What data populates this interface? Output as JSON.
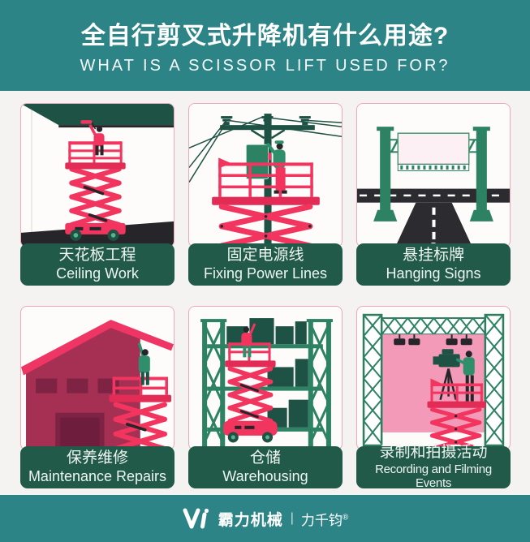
{
  "colors": {
    "teal": "#2d8487",
    "green_label": "#215a49",
    "green_dark": "#1e5244",
    "green_mid": "#2e8264",
    "green_person": "#2f8f6d",
    "crimson": "#f2355e",
    "crimson_dark": "#e22b55",
    "maroon": "#a63054",
    "maroon_dark": "#7e2344",
    "roof": "#ef3563",
    "pink_border": "#f0a8b8",
    "pink_backdrop": "#f29ab8",
    "pink_sign": "#fcf0f4",
    "slate": "#26252a",
    "road": "#2b2b30",
    "bg_light": "#f4f3f1",
    "card": "#fdfcfb"
  },
  "header": {
    "title_zh": "全自行剪叉式升降机有什么用途?",
    "title_en": "WHAT IS A SCISSOR LIFT USED FOR?"
  },
  "panels": [
    {
      "id": "ceiling-work",
      "label_zh": "天花板工程",
      "label_en": "Ceiling Work"
    },
    {
      "id": "fixing-power-lines",
      "label_zh": "固定电源线",
      "label_en": "Fixing Power Lines"
    },
    {
      "id": "hanging-signs",
      "label_zh": "悬挂标牌",
      "label_en": "Hanging Signs"
    },
    {
      "id": "maintenance-repairs",
      "label_zh": "保养维修",
      "label_en": "Maintenance Repairs"
    },
    {
      "id": "warehousing",
      "label_zh": "仓储",
      "label_en": "Warehousing"
    },
    {
      "id": "recording-filming",
      "label_zh": "录制和拍摄活动",
      "label_en": "Recording and Filming Events"
    }
  ],
  "footer": {
    "brand_zh": "霸力机械",
    "divider": "|",
    "slogan_zh": "力千钧",
    "registered_mark": "®"
  }
}
